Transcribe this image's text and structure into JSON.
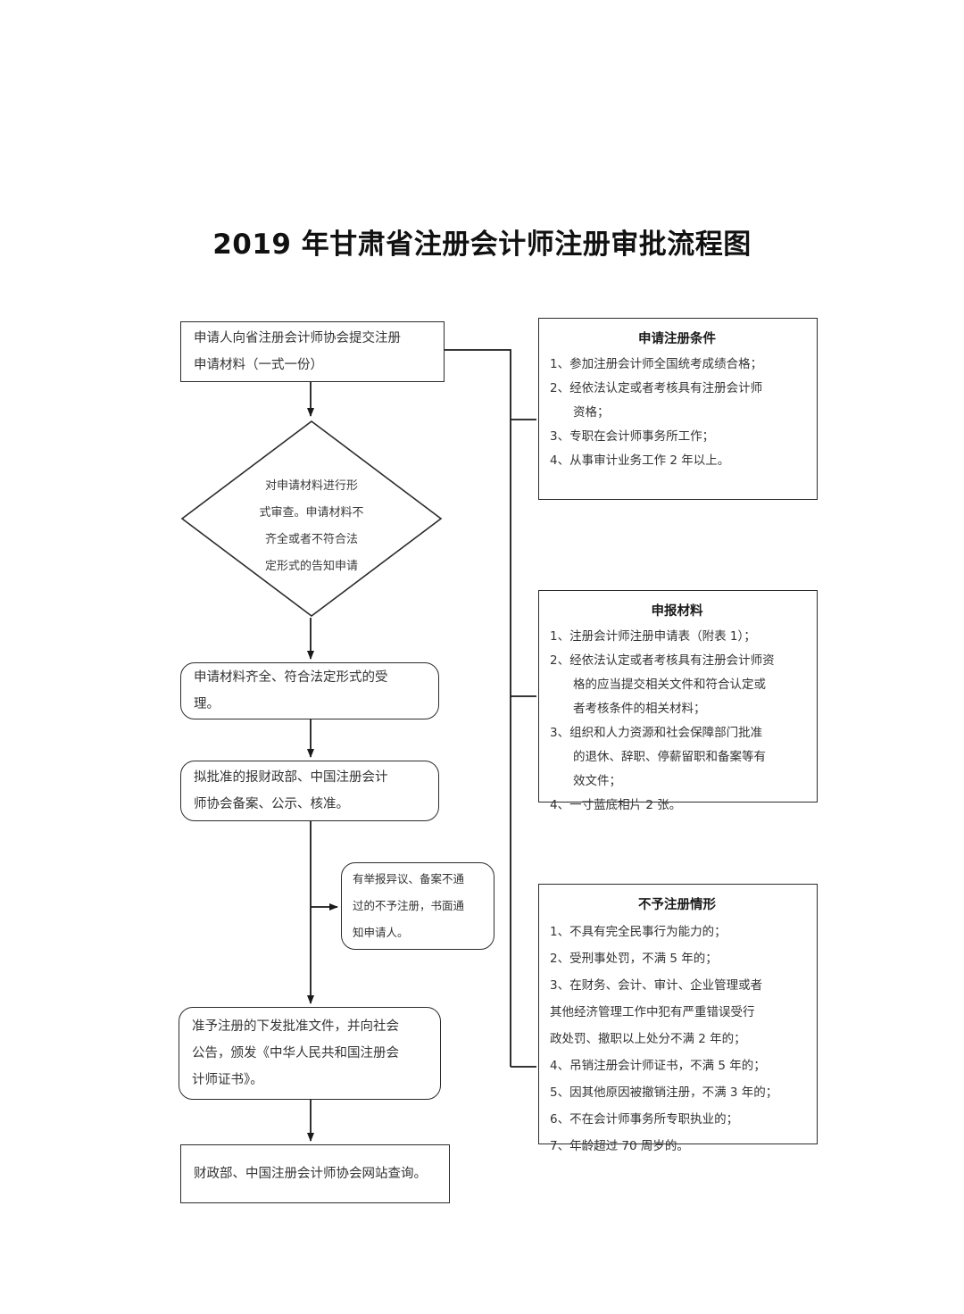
{
  "title": "2019 年甘肃省注册会计师注册审批流程图",
  "flow": {
    "submit": {
      "name": "submit-application",
      "lines": [
        "申请人向省注册会计师协会提交注册",
        "申请材料（一式一份）"
      ]
    },
    "decision": {
      "name": "form-review-decision",
      "lines": [
        "对申请材料进行形",
        "式审查。申请材料不",
        "齐全或者不符合法",
        "定形式的告知申请"
      ]
    },
    "accept": {
      "name": "accept-application",
      "lines": [
        "申请材料齐全、符合法定形式的受",
        "理。"
      ]
    },
    "approve_record": {
      "name": "record-publicize-approve",
      "lines": [
        "拟批准的报财政部、中国注册会计",
        "师协会备案、公示、核准。"
      ]
    },
    "reject_notice": {
      "name": "reject-written-notice",
      "lines": [
        "有举报异议、备案不通",
        "过的不予注册，书面通",
        "知申请人。"
      ]
    },
    "grant": {
      "name": "grant-registration",
      "lines": [
        "准予注册的下发批准文件，并向社会",
        "公告，颁发《中华人民共和国注册会",
        "计师证书》。"
      ]
    },
    "query": {
      "name": "website-query",
      "lines": [
        "财政部、中国注册会计师协会网站查询。"
      ]
    }
  },
  "panels": {
    "conditions": {
      "title": "申请注册条件",
      "items": [
        {
          "num": "1、",
          "text": "参加注册会计师全国统考成绩合格；",
          "cont": []
        },
        {
          "num": "2、",
          "text": "经依法认定或者考核具有注册会计师",
          "cont": [
            "资格；"
          ]
        },
        {
          "num": "3、",
          "text": "专职在会计师事务所工作；",
          "cont": []
        },
        {
          "num": "4、",
          "text": "从事审计业务工作 2 年以上。",
          "cont": []
        }
      ]
    },
    "materials": {
      "title": "申报材料",
      "items": [
        {
          "num": "1、",
          "text": "注册会计师注册申请表（附表 1）；",
          "cont": []
        },
        {
          "num": "2、",
          "text": "经依法认定或者考核具有注册会计师资",
          "cont": [
            "格的应当提交相关文件和符合认定或",
            "者考核条件的相关材料；"
          ]
        },
        {
          "num": "3、",
          "text": "组织和人力资源和社会保障部门批准",
          "cont": [
            "的退休、辞职、停薪留职和备案等有",
            "效文件；"
          ]
        },
        {
          "num": "4、",
          "text": "一寸蓝底相片 2 张。",
          "cont": []
        }
      ]
    },
    "denial": {
      "title": "不予注册情形",
      "items": [
        {
          "num": "1、",
          "text": "不具有完全民事行为能力的；",
          "cont": []
        },
        {
          "num": "2、",
          "text": "受刑事处罚，不满 5 年的；",
          "cont": []
        },
        {
          "num": "3、",
          "text": "在财务、会计、审计、企业管理或者",
          "cont": [
            "其他经济管理工作中犯有严重错误受行",
            "政处罚、撤职以上处分不满 2 年的；"
          ]
        },
        {
          "num": "4、",
          "text": "吊销注册会计师证书，不满 5 年的；",
          "cont": []
        },
        {
          "num": "5、",
          "text": "因其他原因被撤销注册，不满 3 年的；",
          "cont": []
        },
        {
          "num": "6、",
          "text": "不在会计师事务所专职执业的；",
          "cont": []
        },
        {
          "num": "7、",
          "text": "年龄超过 70 周岁的。",
          "cont": []
        }
      ]
    }
  },
  "colors": {
    "stroke": "#2b2b2b",
    "text": "#333333",
    "background": "#ffffff"
  }
}
